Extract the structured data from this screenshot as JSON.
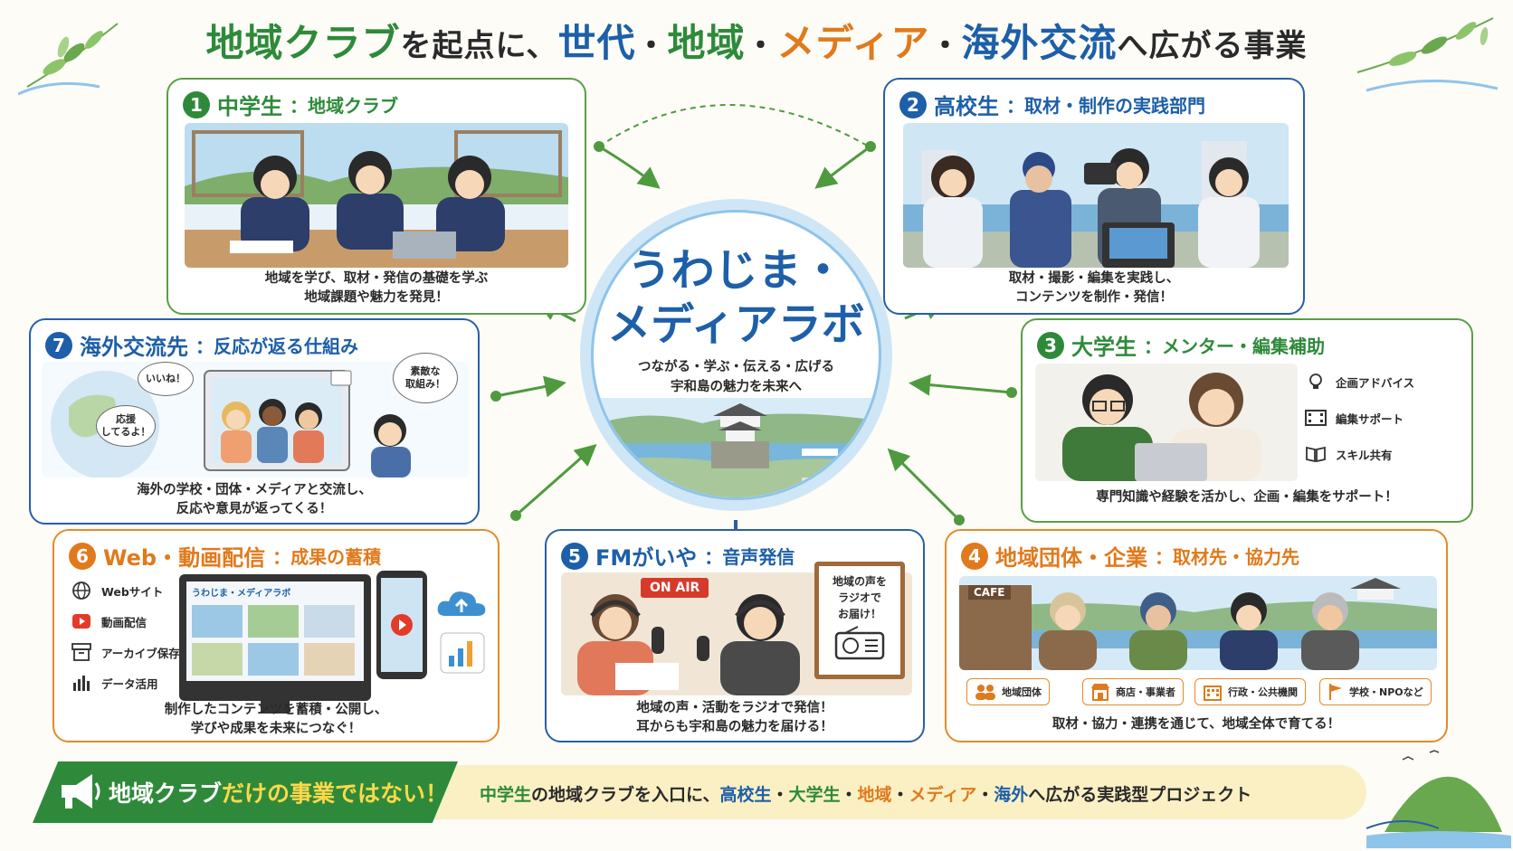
{
  "header": {
    "title_parts": [
      "地域クラブ",
      "を起点に、",
      "世代",
      "・",
      "地域",
      "・",
      "メディア",
      "・",
      "海外交流",
      "へ広がる事業"
    ]
  },
  "center": {
    "title_line1": "うわじま・",
    "title_line2": "メディアラボ",
    "sub_line1": "つながる・学ぶ・伝える・広げる",
    "sub_line2": "宇和島の魅力を未来へ"
  },
  "panels": {
    "p1": {
      "number": "1",
      "title": "中学生",
      "subtitle": "：地域クラブ",
      "desc_line1": "地域を学び、取材・発信の基礎を学ぶ",
      "desc_line2": "地域課題や魅力を発見！"
    },
    "p2": {
      "number": "2",
      "title": "高校生",
      "subtitle": "：取材・制作の実践部門",
      "desc_line1": "取材・撮影・編集を実践し、",
      "desc_line2": "コンテンツを制作・発信！"
    },
    "p3": {
      "number": "3",
      "title": "大学生",
      "subtitle": "：メンター・編集補助",
      "features": [
        "企画アドバイス",
        "編集サポート",
        "スキル共有"
      ],
      "desc_line1": "専門知識や経験を活かし、企画・編集をサポート！"
    },
    "p4": {
      "number": "4",
      "title": "地域団体・企業",
      "subtitle": "：取材先・協力先",
      "cafe_sign": "CAFE",
      "chips": [
        "地域団体",
        "商店・事業者",
        "行政・公共機関",
        "学校・NPOなど"
      ],
      "desc_line1": "取材・協力・連携を通じて、地域全体で育てる！"
    },
    "p5": {
      "number": "5",
      "title": "FMがいや",
      "subtitle": "：音声発信",
      "on_air": "ON AIR",
      "board_line1": "地域の声を",
      "board_line2": "ラジオで",
      "board_line3": "お届け！",
      "desc_line1": "地域の声・活動をラジオで発信！",
      "desc_line2": "耳からも宇和島の魅力を届ける！"
    },
    "p6": {
      "number": "6",
      "title": "Web・動画配信",
      "subtitle": "：成果の蓄積",
      "features": [
        "Webサイト",
        "動画配信",
        "アーカイブ保存",
        "データ活用"
      ],
      "site_header": "うわじま・メディアラボ",
      "desc_line1": "制作したコンテンツを蓄積・公開し、",
      "desc_line2": "学びや成果を未来につなぐ！"
    },
    "p7": {
      "number": "7",
      "title": "海外交流先",
      "subtitle": "：反応が返る仕組み",
      "bubble_1": "いいね！",
      "bubble_2": "応援\nしてるよ！",
      "bubble_3": "素敵な\n取組み！",
      "desc_line1": "海外の学校・団体・メディアと交流し、",
      "desc_line2": "反応や意見が返ってくる！"
    }
  },
  "banner": {
    "left_part1": "地域クラブ",
    "left_part2": "だけの事業ではない！",
    "right_parts": [
      "中学生",
      "の地域クラブを入口に、",
      "高校生",
      "・",
      "大学生",
      "・",
      "地域",
      "・",
      "メディア",
      "・",
      "海外",
      "へ広がる実践型プロジェクト"
    ]
  },
  "colors": {
    "green": "#2e8a3a",
    "blue": "#1d5fa8",
    "orange": "#e07a1c",
    "banner_bg": "#fbf0c4"
  }
}
